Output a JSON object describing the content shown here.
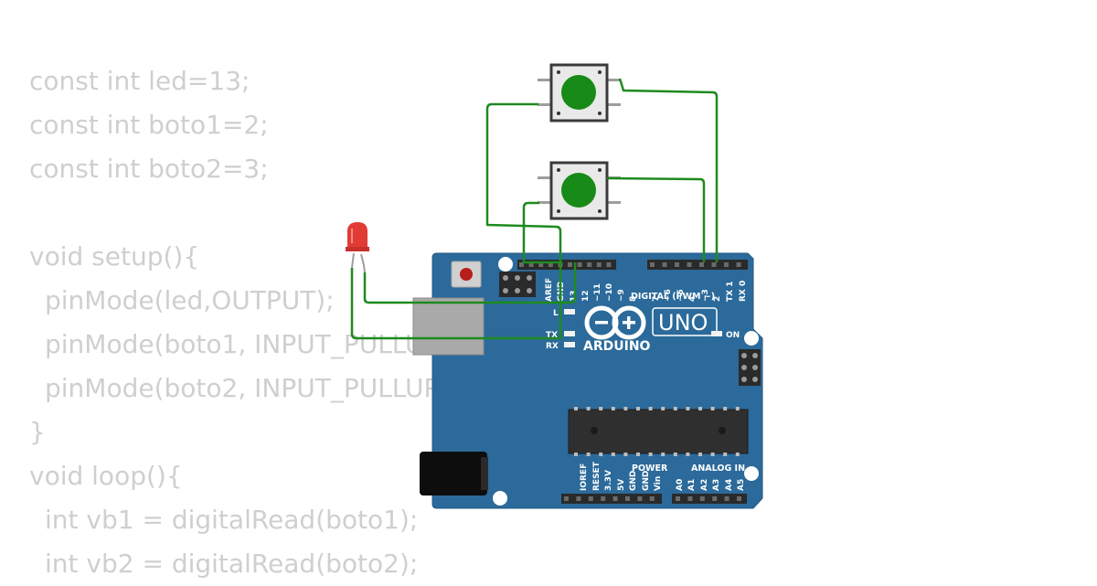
{
  "code": {
    "lines": [
      {
        "text": "const int led=13;",
        "indent": false
      },
      {
        "text": "const int boto1=2;",
        "indent": false
      },
      {
        "text": "const int boto2=3;",
        "indent": false
      },
      {
        "text": "",
        "indent": false
      },
      {
        "text": "void setup(){",
        "indent": false
      },
      {
        "text": "pinMode(led,OUTPUT);",
        "indent": true
      },
      {
        "text": "pinMode(boto1, INPUT_PULLUP);",
        "indent": true
      },
      {
        "text": "pinMode(boto2, INPUT_PULLUP);",
        "indent": true
      },
      {
        "text": "}",
        "indent": false
      },
      {
        "text": "void loop(){",
        "indent": false
      },
      {
        "text": "int vb1 = digitalRead(boto1);",
        "indent": true
      },
      {
        "text": "int vb2 = digitalRead(boto2);",
        "indent": true
      }
    ]
  },
  "board": {
    "brand": "ARDUINO",
    "model": "UNO",
    "digital_label": "DIGITAL (PWM ~)",
    "power_label": "POWER",
    "analog_label": "ANALOG IN",
    "on_label": "ON",
    "l_label": "L",
    "tx_label": "TX",
    "rx_label": "RX",
    "top_pins_left": [
      "AREF",
      "GND",
      "13",
      "12",
      "~11",
      "~10",
      "~9",
      "8"
    ],
    "top_pins_right": [
      "7",
      "~6",
      "~5",
      "4",
      "~3",
      "2",
      "TX 1",
      "RX 0"
    ],
    "power_pins": [
      "IOREF",
      "RESET",
      "3.3V",
      "5V",
      "GND",
      "GND",
      "Vin"
    ],
    "analog_pins": [
      "A0",
      "A1",
      "A2",
      "A3",
      "A4",
      "A5"
    ]
  },
  "colors": {
    "board": "#2b6a9a",
    "wire": "#1f8a1f",
    "button_cap": "#178a17",
    "led": "#e23b35",
    "code_text": "#cfcfcf"
  }
}
